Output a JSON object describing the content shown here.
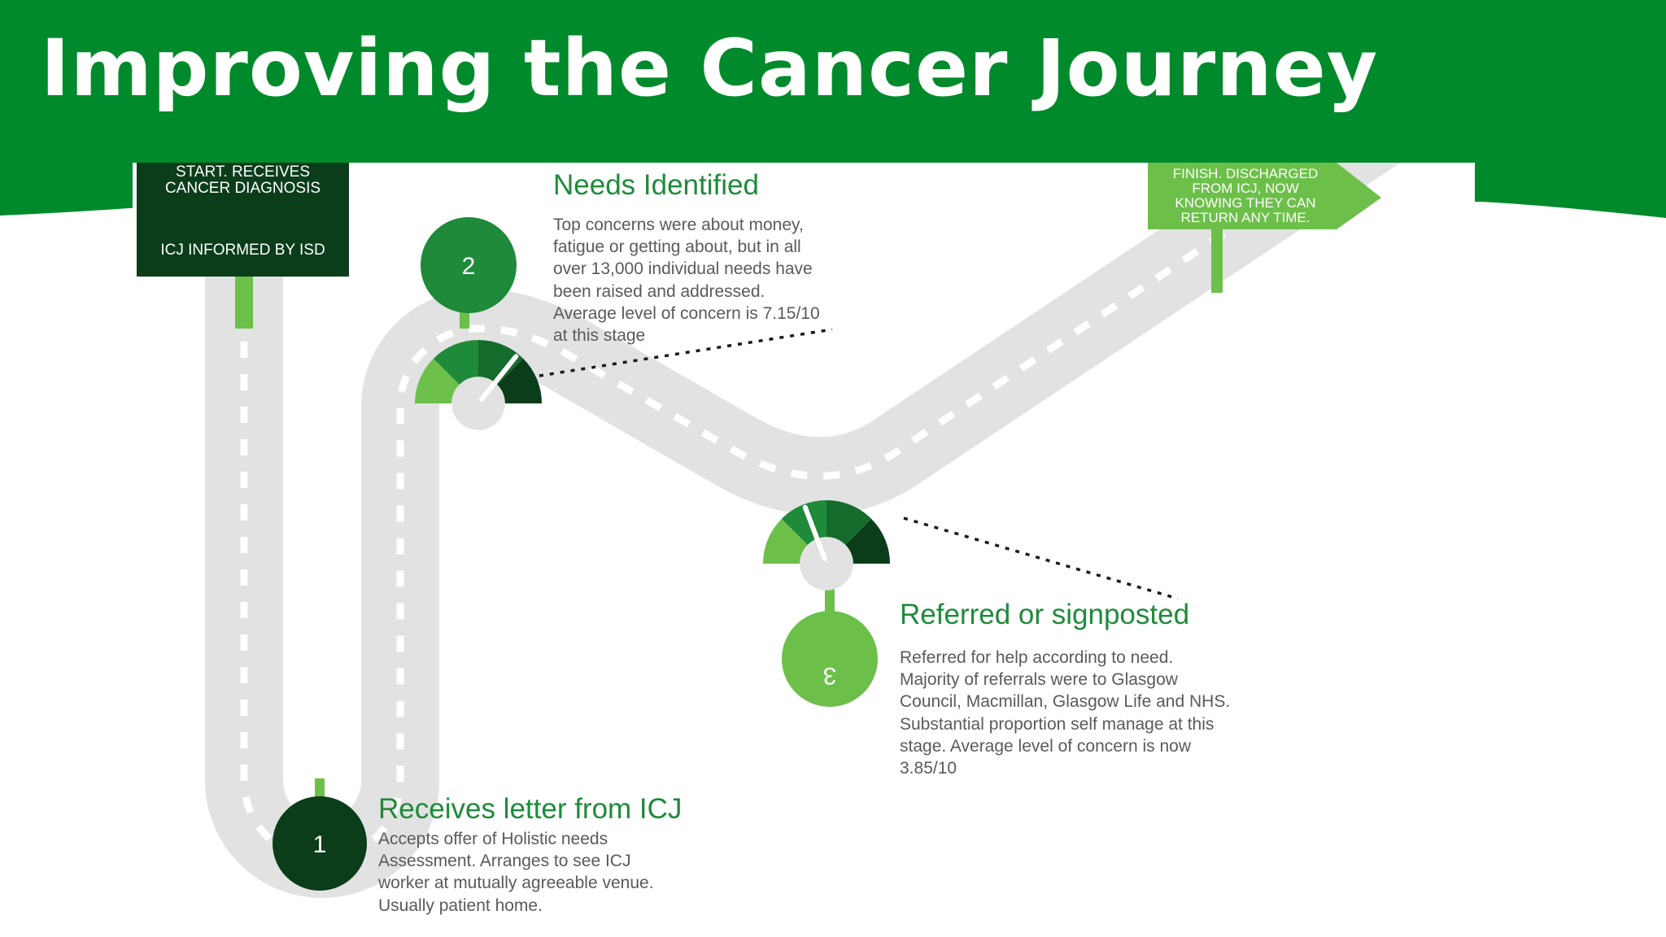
{
  "slide": {
    "title": "Improving the Cancer Journey"
  },
  "colors": {
    "header_green": "#008a2b",
    "road_grey": "#e2e2e2",
    "dark_green": "#0b3d1a",
    "mid_green": "#1f8a3a",
    "light_green": "#6cc04a",
    "text_grey": "#5a5a5a"
  },
  "start_sign": {
    "line1": "START. RECEIVES",
    "line2": "CANCER DIAGNOSIS",
    "line3": "ICJ INFORMED BY ISD"
  },
  "finish_sign": {
    "lines": [
      "FINISH. DISCHARGED",
      "FROM ICJ, NOW",
      "KNOWING THEY CAN",
      "RETURN ANY TIME."
    ]
  },
  "steps": [
    {
      "number": "1",
      "title": "Receives letter from ICJ",
      "description": [
        "Accepts offer of Holistic needs",
        "Assessment. Arranges to see ICJ",
        "worker at mutually agreeable venue.",
        "Usually patient home."
      ]
    },
    {
      "number": "2",
      "title": "Needs Identified",
      "description": [
        "Top concerns were about money,",
        "fatigue or getting about, but in all",
        "over 13,000 individual needs have",
        "been raised and addressed.",
        "Average level of concern is 7.15/10",
        "at this stage"
      ]
    },
    {
      "number": "3",
      "title": "Referred or signposted",
      "description": [
        "Referred for help according to need.",
        "Majority of referrals were to Glasgow",
        "Council, Macmillan, Glasgow Life and NHS.",
        "Substantial proportion self manage at this",
        "stage. Average level of concern is now",
        "3.85/10"
      ]
    }
  ],
  "gauges": [
    {
      "label": "step-2-concern",
      "value": 7.15,
      "max": 10
    },
    {
      "label": "step-3-concern",
      "value": 3.85,
      "max": 10
    }
  ]
}
